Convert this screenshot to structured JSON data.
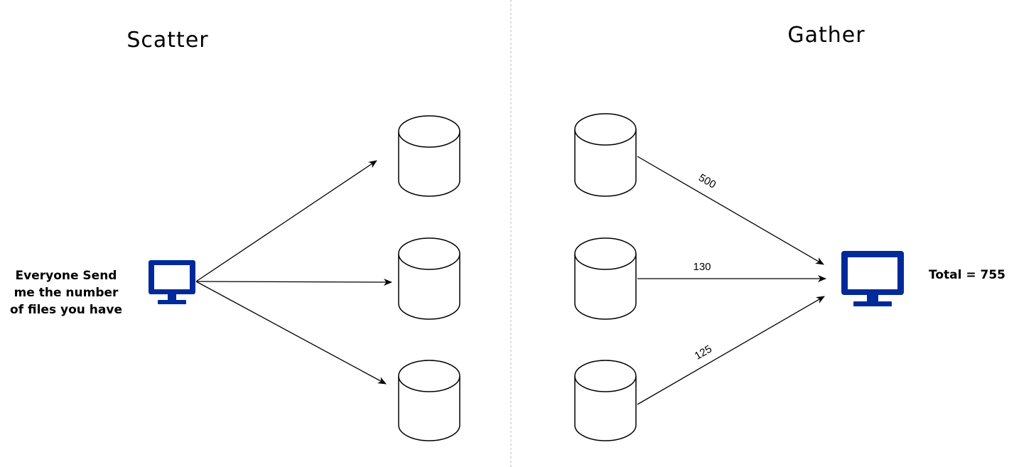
{
  "scatter": {
    "title": "Scatter",
    "caption_lines": [
      "Everyone Send",
      "me the number",
      "of files you have"
    ],
    "client_icon": "monitor-icon"
  },
  "gather": {
    "title": "Gather",
    "edge_labels": [
      "500",
      "130",
      "125"
    ],
    "total_label": "Total = 755",
    "client_icon": "monitor-icon"
  },
  "colors": {
    "monitor": "#002a9a",
    "divider": "#bbbbbb",
    "stroke": "#000000"
  },
  "node_icon": "database-cylinder-icon"
}
